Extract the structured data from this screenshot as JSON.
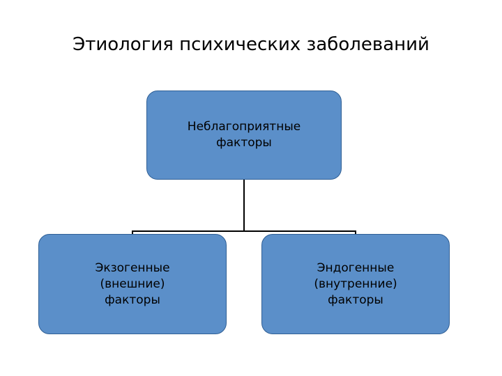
{
  "slide": {
    "title": "Этиология психических заболеваний",
    "background_color": "#ffffff"
  },
  "diagram": {
    "type": "hierarchy",
    "node_fill_color": "#5b8fc9",
    "node_border_color": "#2f5f95",
    "connector_color": "#000000",
    "nodes": [
      {
        "id": "root",
        "label": "Неблагоприятные\nфакторы"
      },
      {
        "id": "exogenous",
        "label": "Экзогенные\n(внешние)\nфакторы"
      },
      {
        "id": "endogenous",
        "label": "Эндогенные\n(внутренние)\nфакторы"
      }
    ],
    "edges": [
      {
        "from": "root",
        "to": "exogenous"
      },
      {
        "from": "root",
        "to": "endogenous"
      }
    ]
  }
}
